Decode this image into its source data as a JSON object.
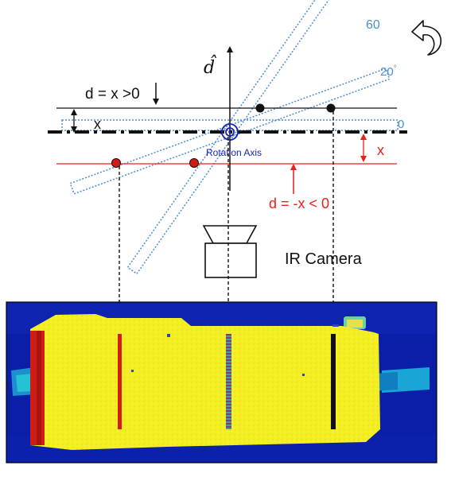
{
  "labels": {
    "angle_60": "60",
    "angle_20": "20",
    "angle_20_deg": "°",
    "angle_0": "0",
    "d_hat": "d̂",
    "d_positive": "d = x >0",
    "x_top": "x",
    "x_bottom": "x",
    "rotation_axis": "Rotation Axis",
    "d_negative": "d = -x < 0",
    "ir_camera": "IR Camera"
  },
  "colors": {
    "black": "#111111",
    "red": "#e8211b",
    "blue_dotted": "#4a8fd0",
    "navy": "#1b24b0",
    "thermal_bg": "#0a1ea8",
    "thermal_object": "#f5f31c",
    "thermal_hot": "#d61a12"
  },
  "icons": {
    "rotate": "rotate-counterclockwise-arrow-icon",
    "camera": "ir-camera-icon",
    "axis_marker": "rotation-axis-target-icon"
  }
}
